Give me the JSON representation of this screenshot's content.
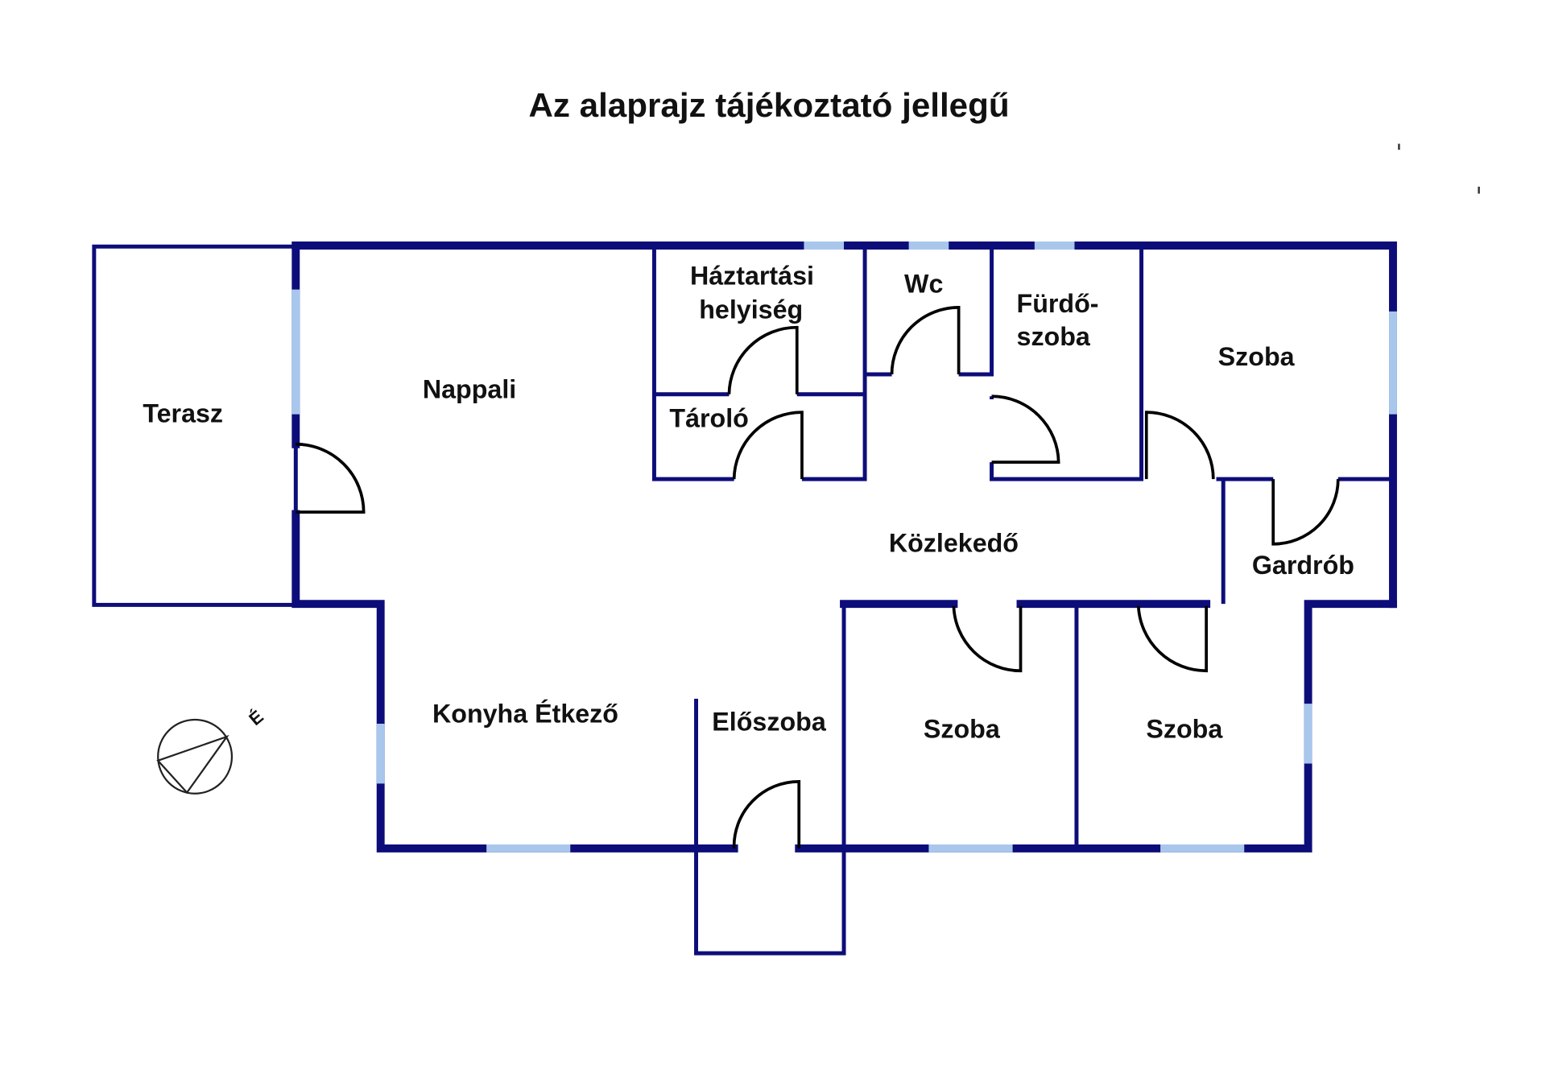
{
  "title": "Az alaprajz tájékoztató jellegű",
  "colors": {
    "wall": "#0d0d7a",
    "window": "#a9c7ec",
    "background": "#ffffff"
  },
  "rooms": {
    "terasz": "Terasz",
    "nappali": "Nappali",
    "haztartasi_1": "Háztartási",
    "haztartasi_2": "helyiség",
    "tarolo": "Tároló",
    "wc": "Wc",
    "furdo_1": "Fürdő-",
    "furdo_2": "szoba",
    "szoba_top": "Szoba",
    "kozlekedo": "Közlekedő",
    "gardrob": "Gardrób",
    "konyha": "Konyha Étkező",
    "eloszoba": "Előszoba",
    "szoba_mid": "Szoba",
    "szoba_right": "Szoba"
  },
  "compass": {
    "label": "É",
    "icon": "north-arrow-icon"
  }
}
